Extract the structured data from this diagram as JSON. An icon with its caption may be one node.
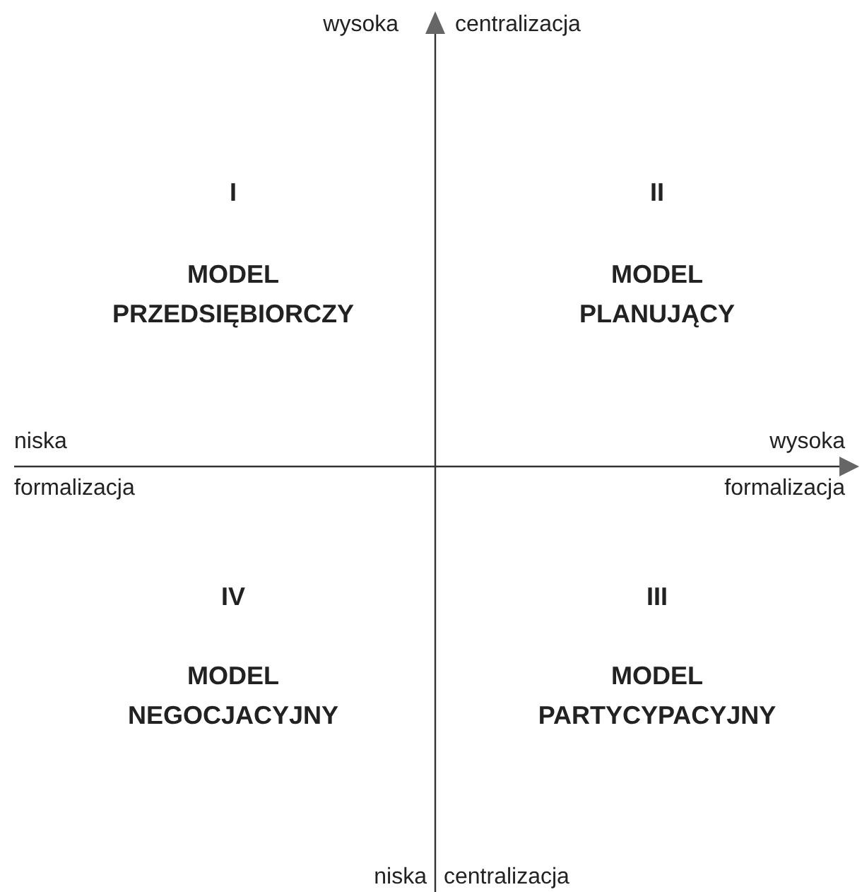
{
  "diagram": {
    "labels": [
      "wysoka",
      "centralizacja",
      "I",
      "MODEL PRZEDSIĘBIORCZY",
      "II",
      "MODEL PLANUJĄCY",
      "niska",
      "wysoka",
      "formalizacja",
      "formalizacja",
      "IV",
      "MODEL NEGOCJACYJNY",
      "III",
      "MODEL PARTYCYPACYJNY",
      "niska",
      "centralizacja"
    ]
  }
}
